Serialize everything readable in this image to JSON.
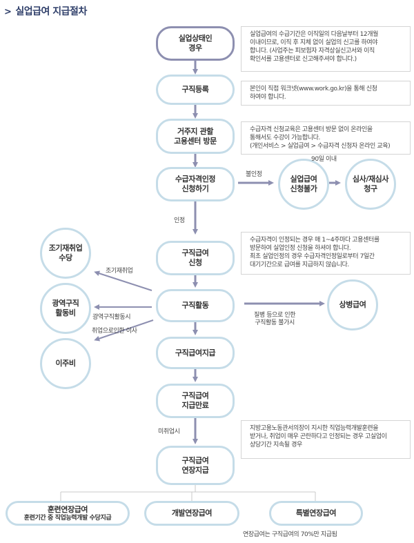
{
  "title": "실업급여 지급절차",
  "nodes": {
    "start": "실업상태인\n경우",
    "register": "구직등록",
    "center": "거주지 관할\n고용센터 방문",
    "apply": "수급자격인정\n신청하기",
    "request": "구직급여\n신청",
    "activity": "구직활동",
    "pay": "구직급여지급",
    "end": "구직급여\n지급만료",
    "extend": "구직급여\n연장지급",
    "training": "훈련연장급여",
    "training_sub": "훈련기간 중 직업능력개발 수당지급",
    "dev": "개발연장급여",
    "special": "특별연장급여"
  },
  "circles": {
    "reject": "실업급여\n신청불가",
    "review": "심사/재심사\n청구",
    "early": "조기재취업\n수당",
    "wide": "광역구직\n활동비",
    "move": "이주비",
    "sick": "상병급여"
  },
  "notes": {
    "n1": "실업급여의 수급기간은 이직일의 다음날부터 12개월\n이내이므로, 이직 후 지체 없이 실업의 신고를 하여야\n합니다. (사업주는 피보험자 자격상실신고서와 이직\n확인서를 고용센터로 신고해주셔야 합니다.)",
    "n2": "본인이 직접 워크넷(www.work.go.kr)을 통해 신청\n하여야 합니다.",
    "n3": "수급자격 신청교육은 고용센터 방문 없이 온라인을\n통해서도 수강이 가능합니다.\n(개인서비스 > 실업급여 > 수급자격 신청자 온라인 교육)",
    "n4": "수급자격이 인정되는 경우 매 1~4주마다 고용센터를\n방문하여 실업인정 신청을 하셔야 합니다.\n최초 실업인정의 경우 수급자격인정일로부터 7일간\n대기기간으로 급여를 지급하지 않습니다.",
    "n5": "지방고용노동관서의장이 지시한 직업능력개발훈련을\n받거나, 취업이 매우 곤란하다고 인정되는 경우 고실업이\n상당기간 지속될 경우"
  },
  "labels": {
    "within90": "90일 이내",
    "rejected": "불인정",
    "approved": "인정",
    "early_job": "조기재취업",
    "wide_job": "광역구직활동시",
    "moving": "취업으로인한 이사",
    "sick_cond": "질병 등으로 인한\n구직활동 불가시",
    "unemployed": "미취업시",
    "footer": "연장급여는 구직급여의 70%만 지급됨"
  },
  "colors": {
    "title": "#2f3f6a",
    "arrow": "#8d8fb0",
    "node_border": "#c5dce8",
    "start_border": "#8d8fb0"
  }
}
